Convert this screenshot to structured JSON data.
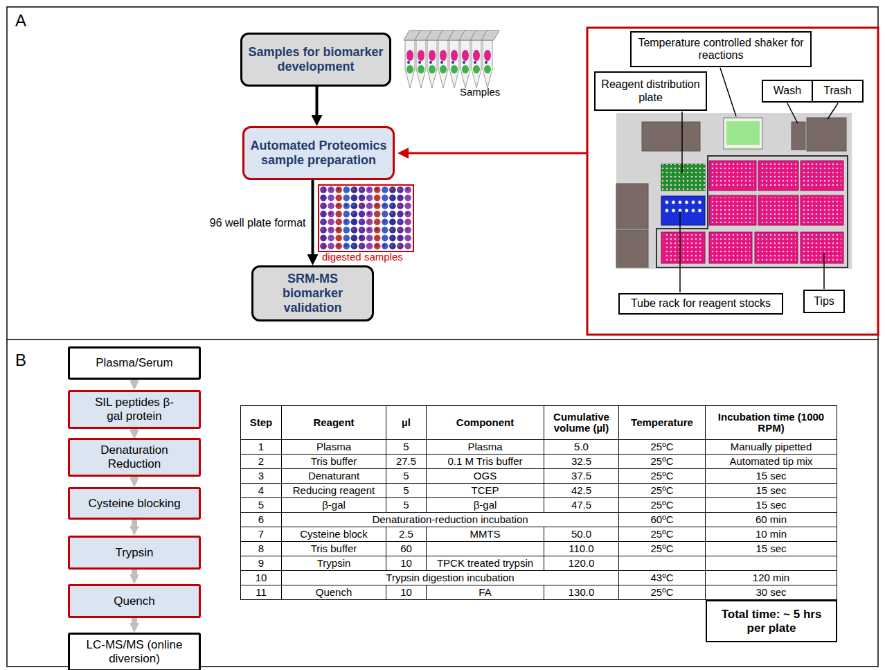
{
  "diagram": {
    "nodes": [
      {
        "text": [
          "Samples for biomarker development"
        ]
      },
      {
        "text": [
          "Automated Proteomics sample preparation"
        ]
      },
      {
        "text": [
          "SRM-MS biomarker validation"
        ]
      },
      {
        "text": [
          "Temperature controlled shaker for reactions"
        ]
      },
      {
        "text": [
          "Reagent distribution plate"
        ]
      },
      {
        "text": [
          "Wash"
        ]
      },
      {
        "text": [
          "Trash"
        ]
      },
      {
        "text": [
          "Tube rack for reagent stocks"
        ]
      },
      {
        "text": [
          "Tips"
        ]
      },
      {
        "text": [
          "Plasma/Serum"
        ]
      },
      {
        "text": [
          "SIL peptides β-gal protein"
        ]
      },
      {
        "text": [
          "Denaturation Reduction"
        ]
      },
      {
        "text": [
          "Cysteine blocking"
        ]
      },
      {
        "text": [
          "Trypsin"
        ]
      },
      {
        "text": [
          "Quench"
        ]
      },
      {
        "text": [
          "LC-MS/MS (online diversion)"
        ]
      },
      {
        "text": [
          "Total time: ~ 5 hrs per plate"
        ]
      }
    ],
    "edges": [
      {
        "from": 0,
        "to": 1,
        "arrow": "to"
      },
      {
        "from": 1,
        "to": 2,
        "label": "96 well plate format",
        "arrow": "to"
      },
      {
        "from": 9,
        "to": 10,
        "arrow": "to"
      },
      {
        "from": 10,
        "to": 11,
        "arrow": "to"
      },
      {
        "from": 11,
        "to": 12,
        "arrow": "to"
      },
      {
        "from": 12,
        "to": 13,
        "arrow": "to"
      },
      {
        "from": 13,
        "to": 14,
        "arrow": "to"
      },
      {
        "from": 14,
        "to": 15,
        "arrow": "to"
      }
    ],
    "labels": [
      "A",
      "Samples",
      "digested samples",
      "B",
      "Step",
      "Reagent",
      "µl",
      "Component",
      "Cumulative volume (µl)",
      "Temperature",
      "Incubation time (1000 RPM)",
      "1",
      "Plasma",
      "5",
      "Plasma",
      "5.0",
      "25ºC",
      "Manually pipetted",
      "2",
      "Tris buffer",
      "27.5",
      "0.1 M Tris buffer",
      "32.5",
      "25ºC",
      "Automated tip mix",
      "3",
      "Denaturant",
      "5",
      "OGS",
      "37.5",
      "25ºC",
      "15 sec",
      "4",
      "Reducing reagent",
      "5",
      "TCEP",
      "42.5",
      "25ºC",
      "15 sec",
      "5",
      "β-gal",
      "5",
      "β-gal",
      "47.5",
      "25ºC",
      "15 sec",
      "6",
      "Denaturation-reduction incubation",
      "60ºC",
      "60 min",
      "7",
      "Cysteine block",
      "2.5",
      "MMTS",
      "50.0",
      "25ºC",
      "10 min",
      "8",
      "Tris buffer",
      "60",
      "110.0",
      "25ºC",
      "15 sec",
      "9",
      "Trypsin",
      "10",
      "TPCK treated trypsin",
      "120.0",
      "10",
      "Trypsin digestion incubation",
      "43ºC",
      "120 min",
      "11",
      "Quench",
      "10",
      "FA",
      "130.0",
      "25ºC",
      "30 sec"
    ]
  }
}
